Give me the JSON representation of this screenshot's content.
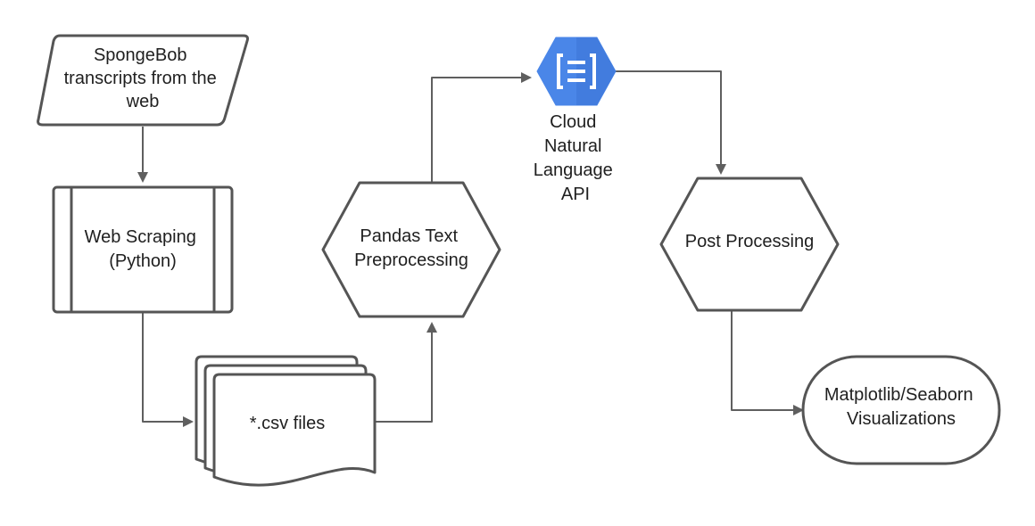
{
  "nodes": {
    "source": {
      "shape": "parallelogram",
      "lines": [
        "SpongeBob",
        "transcripts from the",
        "web"
      ]
    },
    "scraping": {
      "shape": "predefined-process",
      "lines": [
        "Web Scraping",
        "(Python)"
      ]
    },
    "csv": {
      "shape": "multi-document",
      "lines": [
        "*.csv files"
      ]
    },
    "pandas": {
      "shape": "hexagon",
      "lines": [
        "Pandas Text",
        "Preprocessing"
      ]
    },
    "nlapi": {
      "shape": "hexagon-icon",
      "icon": "cloud-natural-language-icon",
      "icon_color": "#4a86e8",
      "lines": [
        "Cloud",
        "Natural",
        "Language",
        "API"
      ]
    },
    "post": {
      "shape": "hexagon",
      "lines": [
        "Post Processing"
      ]
    },
    "viz": {
      "shape": "terminator",
      "lines": [
        "Matplotlib/Seaborn",
        "Visualizations"
      ]
    }
  },
  "edges": [
    {
      "from": "source",
      "to": "scraping"
    },
    {
      "from": "scraping",
      "to": "csv"
    },
    {
      "from": "csv",
      "to": "pandas"
    },
    {
      "from": "pandas",
      "to": "nlapi"
    },
    {
      "from": "nlapi",
      "to": "post"
    },
    {
      "from": "post",
      "to": "viz"
    }
  ],
  "colors": {
    "stroke": "#555555",
    "connector": "#5f5f5f",
    "text": "#1f1f1f"
  }
}
